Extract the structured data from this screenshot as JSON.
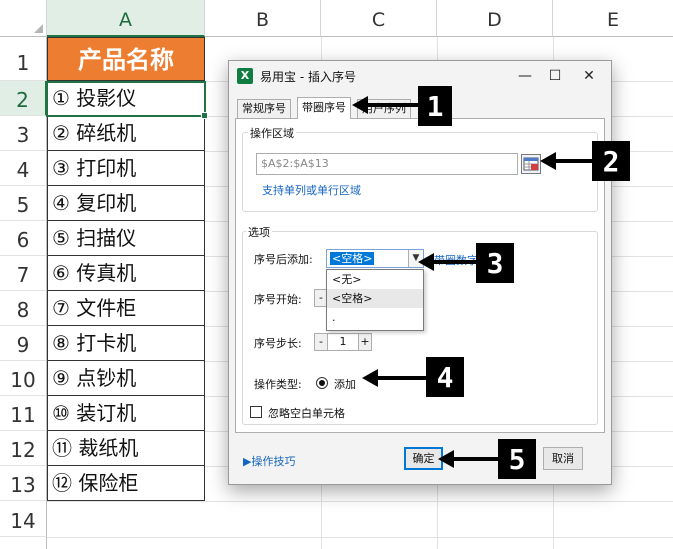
{
  "sheet": {
    "columns": [
      "A",
      "B",
      "C",
      "D",
      "E"
    ],
    "rows": [
      "1",
      "2",
      "3",
      "4",
      "5",
      "6",
      "7",
      "8",
      "9",
      "10",
      "11",
      "12",
      "13",
      "14"
    ],
    "header_cell": "产品名称",
    "cells": [
      "① 投影仪",
      "② 碎纸机",
      "③ 打印机",
      "④ 复印机",
      "⑤ 扫描仪",
      "⑥ 传真机",
      "⑦ 文件柜",
      "⑧ 打卡机",
      "⑨ 点钞机",
      "⑩ 装订机",
      "⑪ 裁纸机",
      "⑫ 保险柜"
    ],
    "colors": {
      "header_fill": "#ed7d31",
      "selection": "#217346"
    }
  },
  "dialog": {
    "app_icon": "X",
    "title": "易用宝 - 插入序号",
    "window_buttons": {
      "minimize": "—",
      "maximize": "☐",
      "close": "✕"
    },
    "tabs": [
      "常规序号",
      "带圈序号",
      "用户序列"
    ],
    "active_tab": "带圈序号",
    "range_group": {
      "label": "操作区域",
      "value": "$A$2:$A$13",
      "hint": "支持单列或单行区域"
    },
    "options_group": {
      "label": "选项",
      "suffix_label": "序号后添加:",
      "suffix_value": "<空格>",
      "dropdown_arrow": "▼",
      "dropdown_options": [
        "<无>",
        "<空格>",
        "."
      ],
      "range_note": "带圈数字：1-99",
      "start_label": "序号开始:",
      "step_label": "序号步长:",
      "step_minus": "-",
      "step_value": "1",
      "step_plus": "+",
      "start_minus": "-",
      "type_label": "操作类型:",
      "type_option": "添加",
      "ignore_blank": "忽略空白单元格"
    },
    "tips_link": "▶操作技巧",
    "ok_button": "确定",
    "cancel_button": "取消"
  },
  "callouts": [
    "1",
    "2",
    "3",
    "4",
    "5"
  ]
}
